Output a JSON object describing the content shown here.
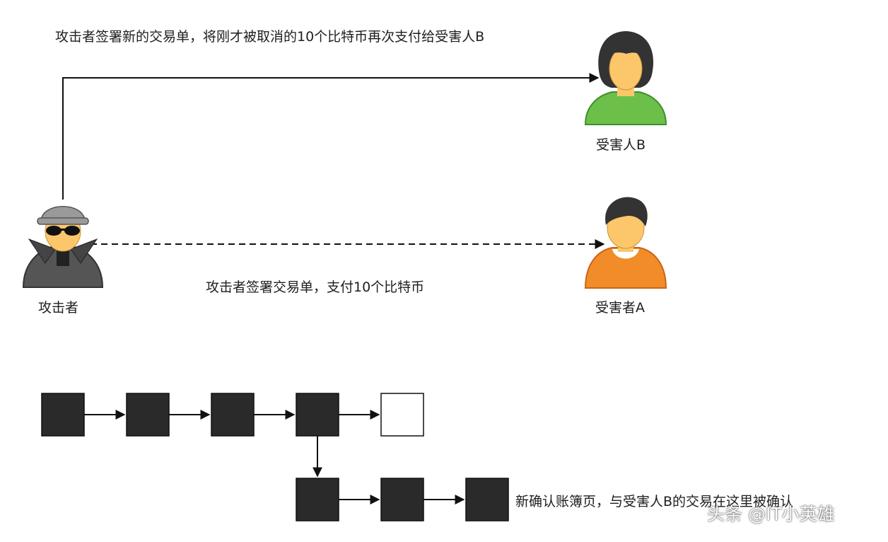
{
  "texts": {
    "top_annotation": "攻击者签署新的交易单，将刚才被取消的10个比特币再次支付给受害人B",
    "middle_annotation": "攻击者签署交易单，支付10个比特币",
    "bottom_annotation": "新确认账簿页，与受害人B的交易在这里被确认",
    "watermark": "头条 @IT小英雄"
  },
  "actors": {
    "attacker": {
      "label": "攻击者",
      "icon": "hacker-icon"
    },
    "victim_a": {
      "label": "受害者A",
      "icon": "person-orange-hoodie-icon"
    },
    "victim_b": {
      "label": "受害人B",
      "icon": "person-green-shirt-icon"
    }
  },
  "blockchain": {
    "main_chain": [
      "confirmed",
      "confirmed",
      "confirmed",
      "confirmed",
      "empty"
    ],
    "fork_chain": [
      "confirmed",
      "confirmed",
      "confirmed"
    ]
  },
  "colors": {
    "block_filled": "#2a2a2a",
    "block_empty": "#ffffff",
    "victim_a_body": "#f28c28",
    "victim_b_body": "#6cc04a",
    "skin": "#fbc76a",
    "hair": "#333333",
    "attacker_coat": "#555555"
  }
}
